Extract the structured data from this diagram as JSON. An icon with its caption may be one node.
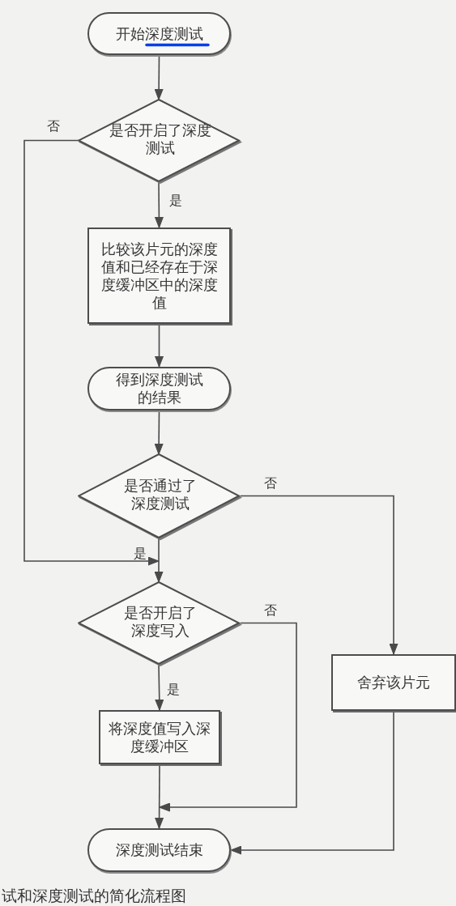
{
  "diagram": {
    "nodes": [
      {
        "text": [
          "开始深度测试"
        ]
      },
      {
        "text": [
          "是否开启了深度测试"
        ]
      },
      {
        "text": [
          "比较该片元的深度值和已经存在于深度缓冲区中的深度值"
        ]
      },
      {
        "text": [
          "得到深度测试的结果"
        ]
      },
      {
        "text": [
          "是否通过了深度测试"
        ]
      },
      {
        "text": [
          "是否开启了深度写入"
        ]
      },
      {
        "text": [
          "舍弃该片元"
        ]
      },
      {
        "text": [
          "将深度值写入深度缓冲区"
        ]
      },
      {
        "text": [
          "深度测试结束"
        ]
      }
    ],
    "edges": [
      {
        "from": 0,
        "to": 1,
        "arrow": "to"
      },
      {
        "from": 1,
        "to": 2,
        "arrow": "to",
        "label": "是"
      },
      {
        "from": 1,
        "to": 5,
        "arrow": "to",
        "label": "否"
      },
      {
        "from": 2,
        "to": 3,
        "arrow": "to"
      },
      {
        "from": 3,
        "to": 4,
        "arrow": "to"
      },
      {
        "from": 4,
        "to": 6,
        "arrow": "to",
        "label": "否"
      },
      {
        "from": 4,
        "to": 5,
        "arrow": "to",
        "label": "是"
      },
      {
        "from": 5,
        "to": 7,
        "arrow": "to",
        "label": "是"
      },
      {
        "from": 5,
        "to": 8,
        "arrow": "to",
        "label": "否"
      },
      {
        "from": 7,
        "to": 8,
        "arrow": "to"
      },
      {
        "from": 6,
        "to": 8,
        "arrow": "to"
      }
    ],
    "caption": "试和深度测试的简化流程图"
  }
}
